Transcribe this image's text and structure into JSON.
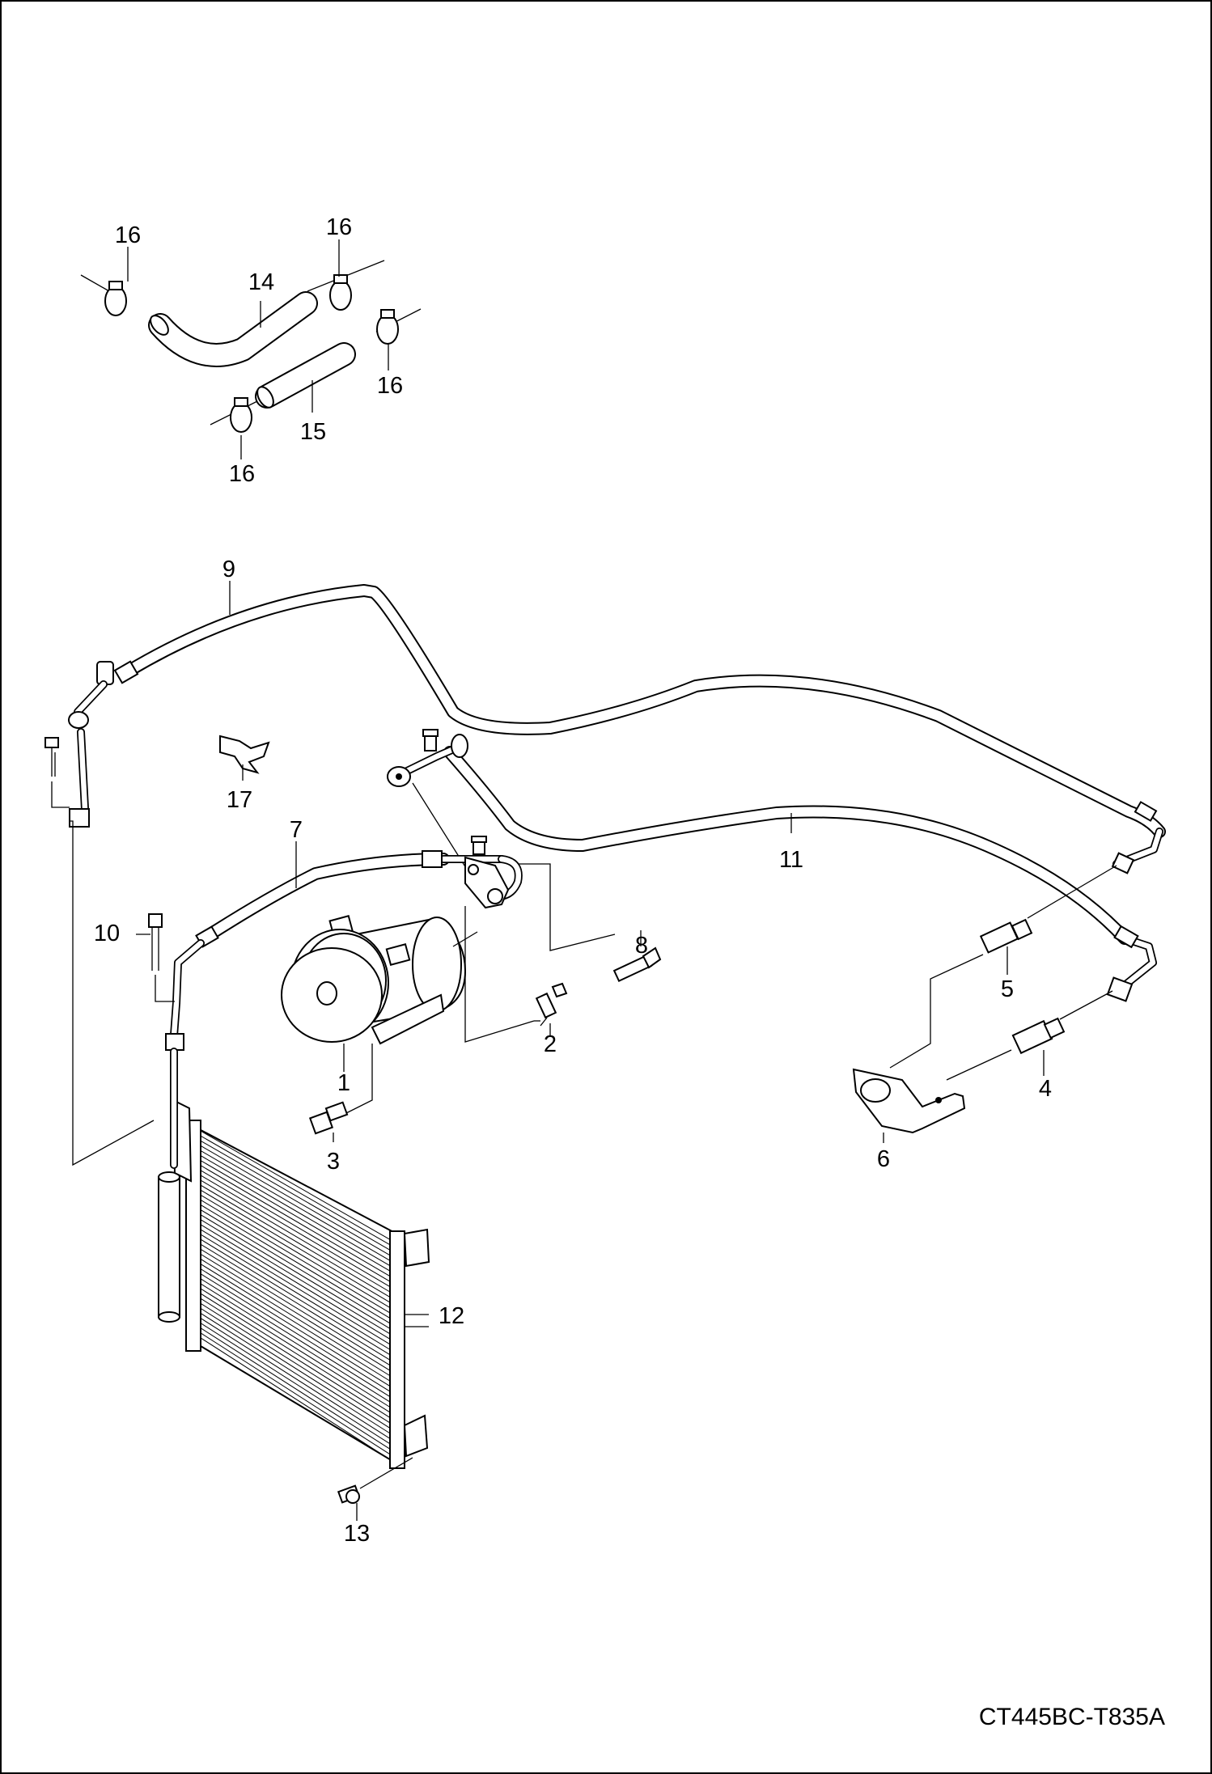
{
  "callouts": {
    "c1": "1",
    "c2": "2",
    "c3": "3",
    "c4": "4",
    "c5": "5",
    "c6": "6",
    "c7": "7",
    "c8": "8",
    "c9": "9",
    "c10": "10",
    "c11": "11",
    "c12": "12",
    "c13": "13",
    "c14": "14",
    "c15": "15",
    "c16a": "16",
    "c16b": "16",
    "c16c": "16",
    "c16d": "16",
    "c17": "17"
  },
  "drawing_code": "CT445BC-T835A"
}
